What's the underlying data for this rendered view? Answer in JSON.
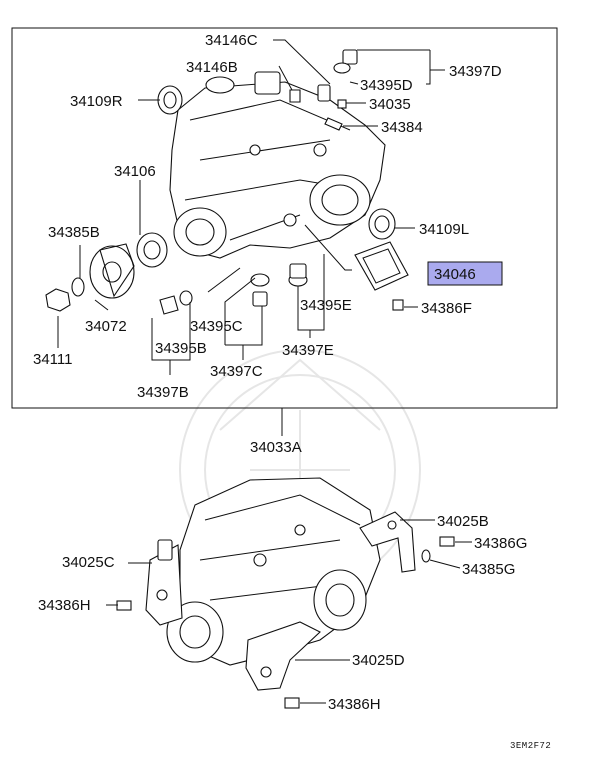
{
  "diagram": {
    "highlight_color": "#aaaaee",
    "labels": {
      "p34146C": "34146C",
      "p34146B": "34146B",
      "p34395D": "34395D",
      "p34397D": "34397D",
      "p34109R": "34109R",
      "p34035": "34035",
      "p34384": "34384",
      "p34106": "34106",
      "p34109L": "34109L",
      "p34385B": "34385B",
      "p34046": "34046",
      "p34395E": "34395E",
      "p34386F": "34386F",
      "p34395C": "34395C",
      "p34072": "34072",
      "p34395B": "34395B",
      "p34397E": "34397E",
      "p34111": "34111",
      "p34397C": "34397C",
      "p34397B": "34397B",
      "p34033A": "34033A",
      "p34025B": "34025B",
      "p34386G": "34386G",
      "p34025C": "34025C",
      "p34385G": "34385G",
      "p34386H_left": "34386H",
      "p34025D": "34025D",
      "p34386H_bottom": "34386H"
    },
    "code": "3EM2F72"
  }
}
